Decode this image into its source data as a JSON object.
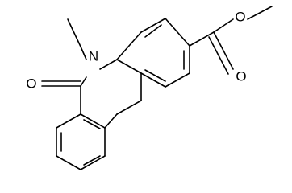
{
  "molecule": {
    "atoms": {
      "nitrogen": "N",
      "lactam_oxygen": "O",
      "ester_carbonyl_oxygen": "O",
      "ester_ether_oxygen": "O"
    }
  },
  "colors": {
    "bond": "#000000",
    "label": "#000000",
    "background": "#ffffff"
  }
}
